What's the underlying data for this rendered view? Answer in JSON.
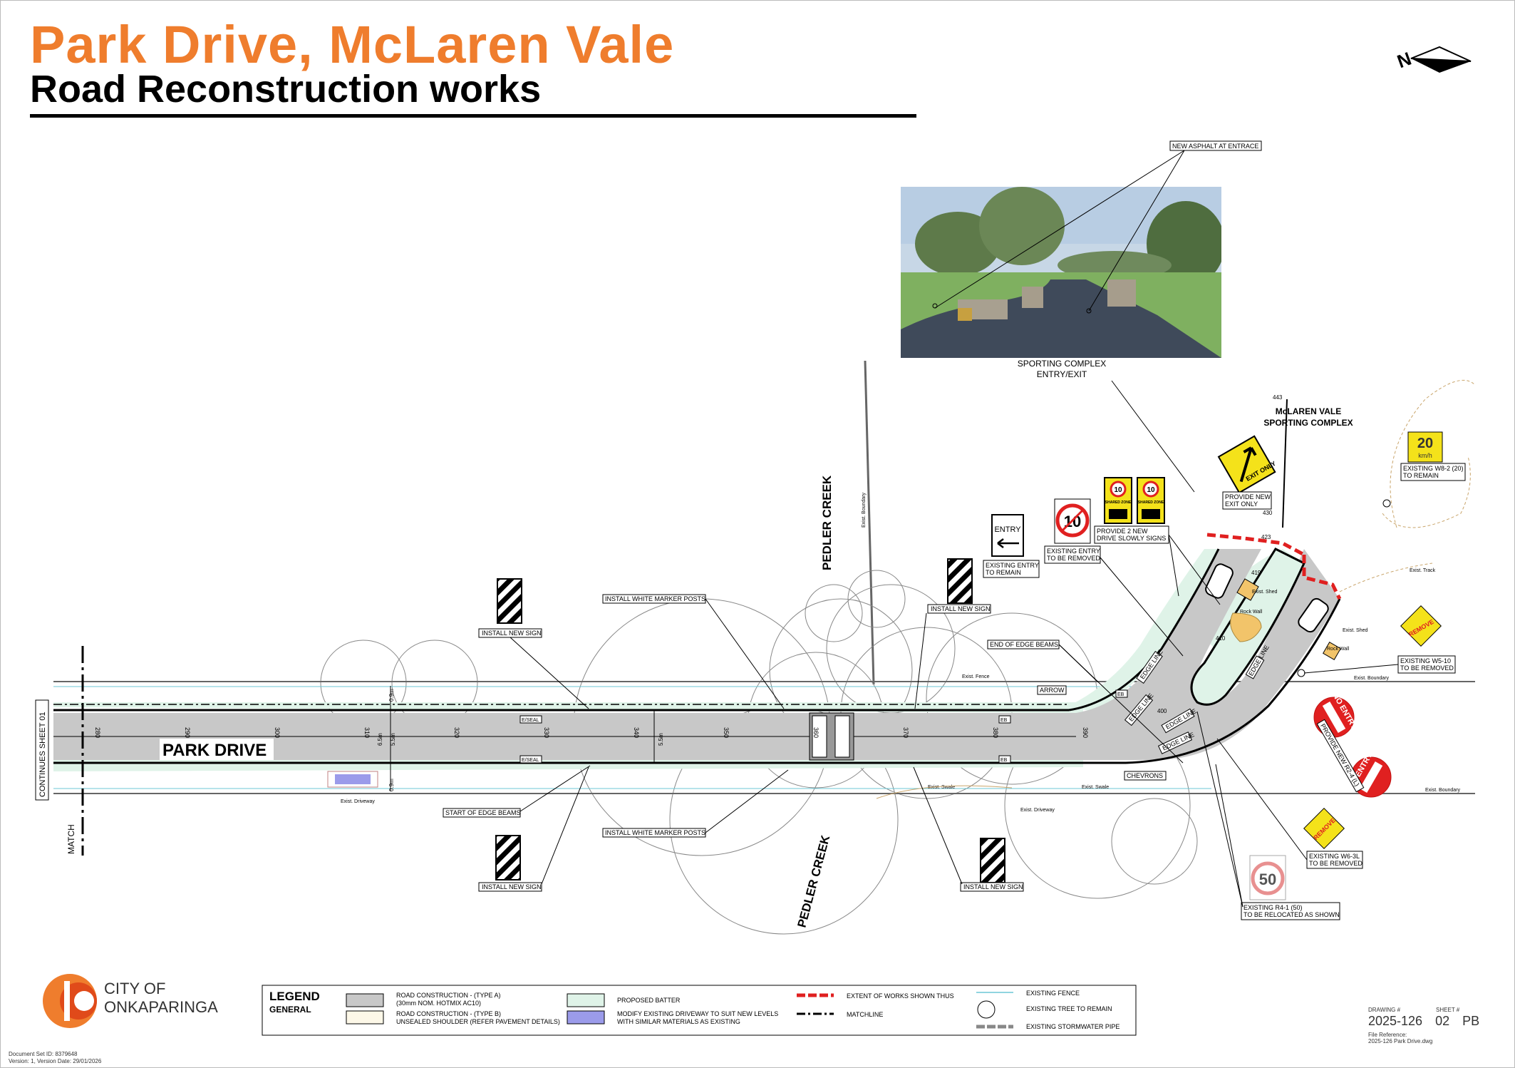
{
  "header": {
    "title": "Park Drive, McLaren Vale",
    "subtitle": "Road Reconstruction works"
  },
  "colors": {
    "title_orange": "#ef7d2d",
    "road_grey": "#c8c8c8",
    "batter_green": "#dff3e8",
    "driveway_blue": "#9b9bea",
    "works_red": "#e02020"
  },
  "photo": {
    "caption_line1": "SPORTING COMPLEX",
    "caption_line2": "ENTRY/EXIT",
    "callout": "NEW ASPHALT AT ENTRACE"
  },
  "plan": {
    "road_name": "PARK DRIVE",
    "creek_top": "PEDLER CREEK",
    "creek_bottom": "PEDLER CREEK",
    "continues": "CONTINUES SHEET 01",
    "matchline": "MATCH",
    "complex_line1": "McLAREN VALE",
    "complex_line2": "SPORTING COMPLEX",
    "chainages": [
      "280",
      "290",
      "300",
      "310",
      "320",
      "330",
      "340",
      "350",
      "360",
      "370",
      "380",
      "390"
    ],
    "dims": [
      "0.9m",
      "6.5m",
      "5.5m",
      "0.9m",
      "5.5m"
    ],
    "small_labels": {
      "exist_boundary_top": "Exist. Boundary",
      "exist_fence": "Exist. Fence",
      "exist_boundary_right": "Exist. Boundary",
      "exist_boundary_bottom": "Exist. Boundary",
      "exist_driveway_left": "Exist. Driveway",
      "exist_driveway_right": "Exist. Driveway",
      "exist_swale_1": "Exist. Swale",
      "exist_swale_2": "Exist. Swale",
      "exist_track": "Exist. Track",
      "exist_shed_1": "Exist. Shed",
      "exist_shed_2": "Exist. Shed",
      "rock_wall_1": "Rock Wall",
      "rock_wall_2": "Rock Wall",
      "eseal_1": "E/SEAL",
      "eseal_2": "E/SEAL",
      "eb_1": "EB",
      "eb_2": "EB",
      "eb_3": "EB",
      "chainage_443": "443",
      "chainage_430": "430",
      "chainage_423": "423",
      "chainage_419": "419",
      "chainage_410": "410",
      "chainage_400": "400"
    },
    "edge_lines": [
      "EDGE LINE",
      "EDGE LINE",
      "EDGE LINE",
      "EDGE LINE",
      "EDGE LINE"
    ],
    "callouts": {
      "install_new_sign_1": "INSTALL NEW SIGN",
      "install_new_sign_2": "INSTALL NEW SIGN",
      "install_new_sign_3": "INSTALL NEW SIGN",
      "install_new_sign_4": "INSTALL NEW SIGN",
      "install_white_markers_top": "INSTALL WHITE MARKER POSTS",
      "install_white_markers_bottom": "INSTALL WHITE MARKER POSTS",
      "start_edge_beams": "START OF EDGE BEAMS",
      "end_edge_beams": "END OF EDGE BEAMS",
      "arrow": "ARROW",
      "chevrons": "CHEVRONS",
      "existing_entry_remain_1": "EXISTING ENTRY",
      "existing_entry_remain_2": "TO REMAIN",
      "existing_entry_removed_1": "EXISTING ENTRY",
      "existing_entry_removed_2": "TO BE REMOVED",
      "drive_slowly_1": "PROVIDE 2 NEW",
      "drive_slowly_2": "DRIVE SLOWLY SIGNS",
      "exit_only_1": "PROVIDE NEW",
      "exit_only_2": "EXIT ONLY",
      "w82_1": "EXISTING W8-2 (20)",
      "w82_2": "TO REMAIN",
      "w510_1": "EXISTING W5-10",
      "w510_2": "TO BE REMOVED",
      "w63l_1": "EXISTING W6-3L",
      "w63l_2": "TO BE REMOVED",
      "r41_1": "EXISTING R4-1 (50)",
      "r41_2": "TO BE RELOCATED AS SHOWN",
      "provide_new": "PROVIDE NEW R2-4 (L)"
    },
    "signs": {
      "entry": "ENTRY",
      "speed_10": "10",
      "shared_zone": "SHARED ZONE",
      "exit_only": "EXIT ONLY",
      "speed_20": "20",
      "kmh": "km/h",
      "no_entry_1": "NO ENTRY",
      "no_entry_2": "NO ENTRY",
      "speed_50": "50",
      "remove_1": "REMOVE",
      "remove_2": "REMOVE"
    }
  },
  "legend": {
    "title": "LEGEND",
    "subtitle": "GENERAL",
    "type_a_1": "ROAD CONSTRUCTION - (TYPE A)",
    "type_a_2": "(30mm NOM. HOTMIX AC10)",
    "type_b_1": "ROAD CONSTRUCTION - (TYPE B)",
    "type_b_2": "UNSEALED SHOULDER (REFER PAVEMENT DETAILS)",
    "batter": "PROPOSED BATTER",
    "driveway_1": "MODIFY EXISTING DRIVEWAY TO SUIT NEW LEVELS",
    "driveway_2": "WITH SIMILAR MATERIALS AS EXISTING",
    "extent": "EXTENT OF WORKS SHOWN THUS",
    "matchline": "MATCHLINE",
    "fence": "EXISTING FENCE",
    "tree": "EXISTING TREE TO REMAIN",
    "pipe": "EXISTING STORMWATER PIPE"
  },
  "logo": {
    "line1": "CITY OF",
    "line2": "ONKAPARINGA"
  },
  "title_block": {
    "drawing_label": "DRAWING #",
    "sheet_label": "SHEET #",
    "drawing_no": "2025-126",
    "sheet_no": "02",
    "initials": "PB",
    "file_ref_label": "File Reference:",
    "file_ref": "2025-126 Park Drive.dwg"
  },
  "doc_info": {
    "line1": "Document Set ID: 8379648",
    "line2": "Version: 1, Version Date: 29/01/2026"
  }
}
